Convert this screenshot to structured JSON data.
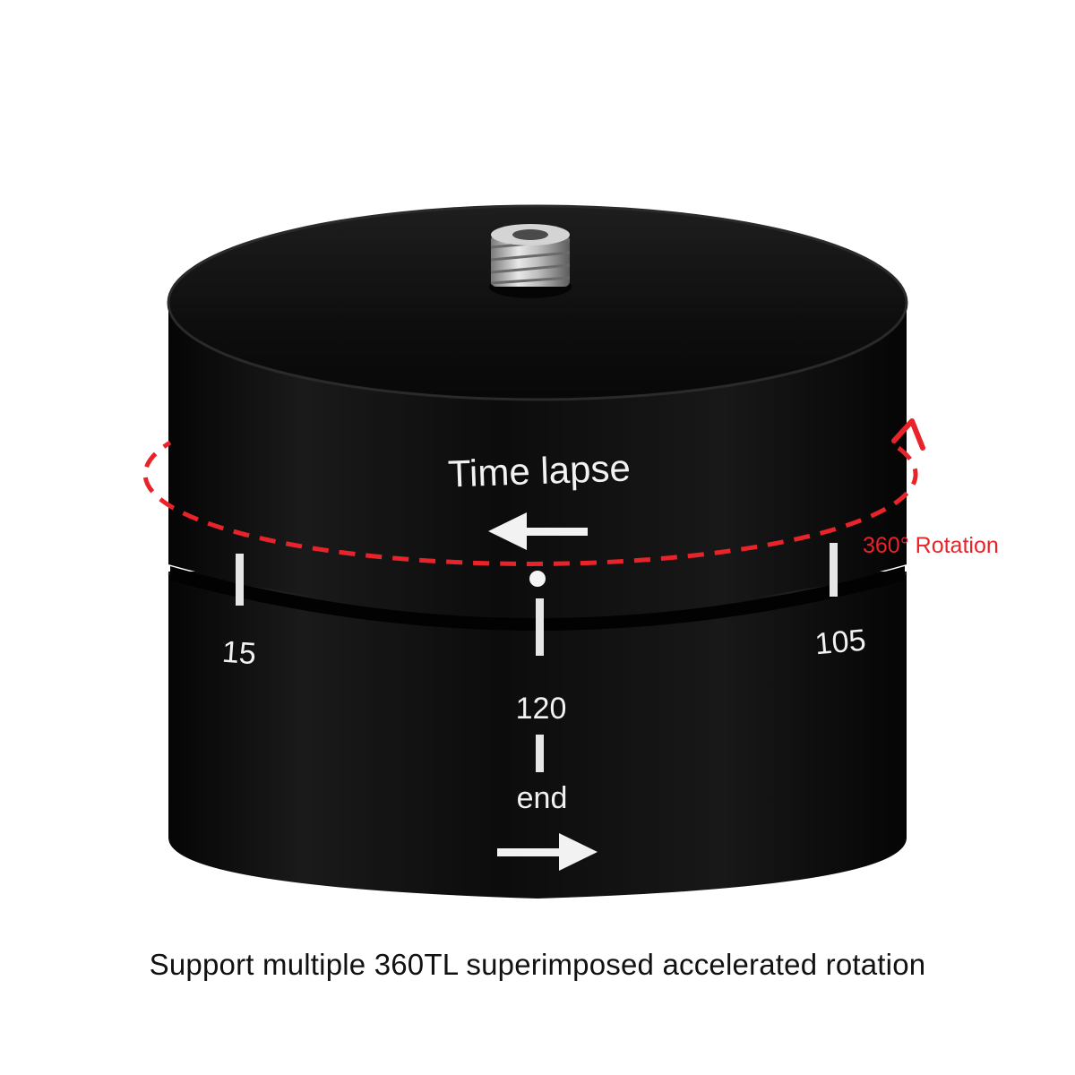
{
  "product": {
    "label_top": "Time lapse",
    "scale_left": "15",
    "scale_center": "120",
    "scale_right": "105",
    "scale_end": "end"
  },
  "annotation": {
    "rotation_label": "360° Rotation",
    "color": "#e8232a"
  },
  "caption": "Support multiple 360TL superimposed accelerated rotation",
  "colors": {
    "body_dark": "#0d0d0d",
    "label_white": "#f2f2f2",
    "accent_red": "#e8232a"
  },
  "icons": [
    "screw-icon",
    "arrow-left-icon",
    "arrow-right-icon",
    "rotation-arrow-icon"
  ]
}
